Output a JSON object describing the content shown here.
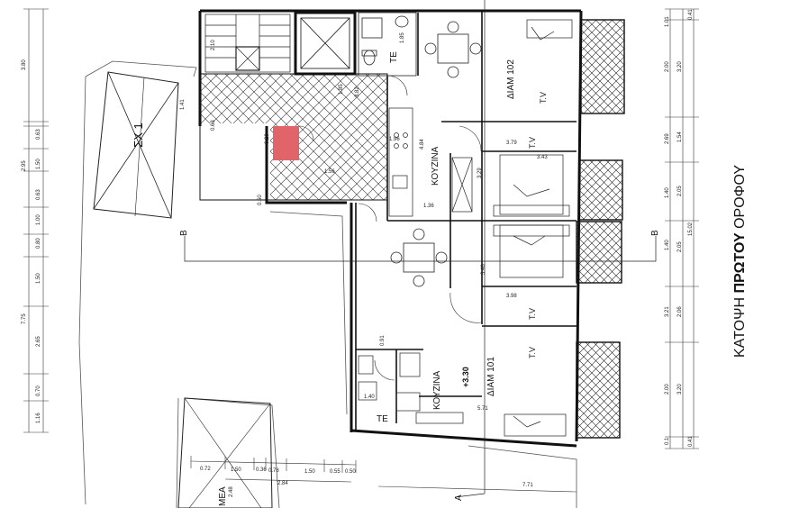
{
  "drawing": {
    "title_light": "ΚΑΤΟΨΗ ",
    "title_bold": "ΠΡΩΤΟΥ",
    "title_end": " ΟΡΟΦΟΥ"
  },
  "labels": {
    "staircase": "ΣΧ 1",
    "bath_top": "ΤΕ",
    "bath_bottom": "ΤΕ",
    "kitchen_top": "ΚΟΥΖΙΝΑ",
    "kitchen_bottom": "ΚΟΥΖΙΝΑ",
    "apt_102": "ΔΙΑΜ 102",
    "apt_101": "ΔΙΑΜ 101",
    "tv_1": "T.V",
    "tv_2": "T.V",
    "tv_3": "T.V",
    "tv_4": "T.V",
    "level": "+3.30",
    "section_a": "A",
    "section_b_left": "B",
    "section_b_right": "B",
    "bottom_partial": "ΜΕΑ"
  },
  "left_dims": [
    "3.80",
    "2.95",
    "7.75",
    "0.63",
    "1.50",
    "0.63",
    "1.00",
    "0.80",
    "1.50",
    "2.65",
    "0.70",
    "1.16"
  ],
  "right_dims_inner": [
    "2.00",
    "2.69",
    "1.40",
    "1.40",
    "3.21",
    "2.00"
  ],
  "right_dims_mid": [
    "3.20",
    "1.54",
    "2.05",
    "2.05",
    "2.06",
    "3.20"
  ],
  "right_dims_outer": [
    "1.01",
    "0.41",
    "15.02",
    "0.41",
    "0.1"
  ],
  "bottom_dims": [
    "0.72",
    "1.50",
    "0.36",
    "0.78",
    "1.50",
    "0.55",
    "0.50",
    "7.71",
    "2.84",
    "2.48"
  ],
  "interior_dims": [
    "2.10",
    "1.41",
    "3.82",
    "0.63",
    "1.85",
    "1.96",
    "0.50",
    "0.20",
    "4.84",
    "3.29",
    "1.36",
    "3.79",
    "3.43",
    "3.46",
    "3.98",
    "0.91",
    "1.40",
    "5.71",
    "1.85",
    "1.56"
  ]
}
